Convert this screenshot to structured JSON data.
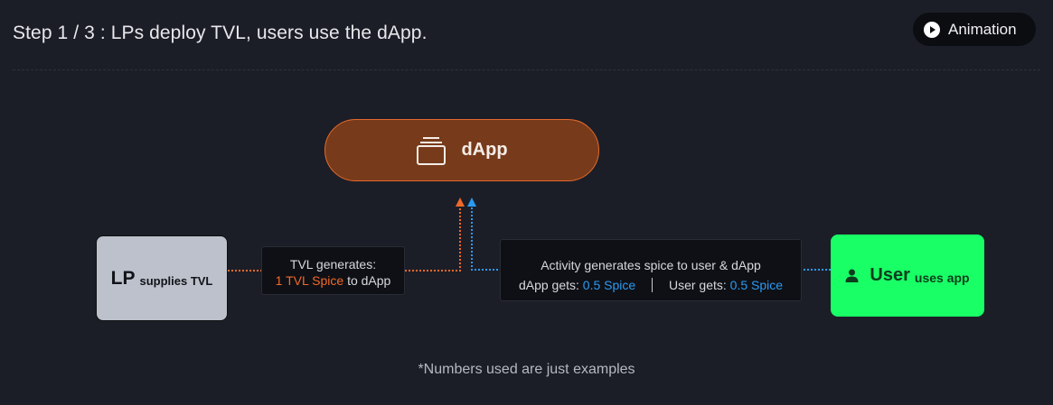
{
  "header": {
    "step_title": "Step 1 / 3 : LPs deploy TVL, users use the dApp.",
    "animation_button": "Animation"
  },
  "diagram": {
    "dapp": {
      "label": "dApp",
      "icon": "app-stack-icon"
    },
    "lp": {
      "label": "LP",
      "sublabel": "supplies TVL"
    },
    "user": {
      "label": "User",
      "sublabel": "uses app",
      "icon": "person-icon"
    },
    "tvl_box": {
      "line1": "TVL generates:",
      "amount": "1 TVL Spice",
      "line2_suffix": "to dApp"
    },
    "activity_box": {
      "line1": "Activity generates spice to user & dApp",
      "dapp_label": "dApp gets:",
      "dapp_value": "0.5 Spice",
      "user_label": "User gets:",
      "user_value": "0.5 Spice"
    }
  },
  "footnote": "*Numbers used are just examples",
  "colors": {
    "background": "#1c1e27",
    "dapp_fill": "#773b1b",
    "dapp_border": "#e5692a",
    "lp_fill": "#bcc1cb",
    "user_fill": "#19ff66",
    "tvl_accent": "#f0692a",
    "spice_accent": "#2b9af3"
  }
}
